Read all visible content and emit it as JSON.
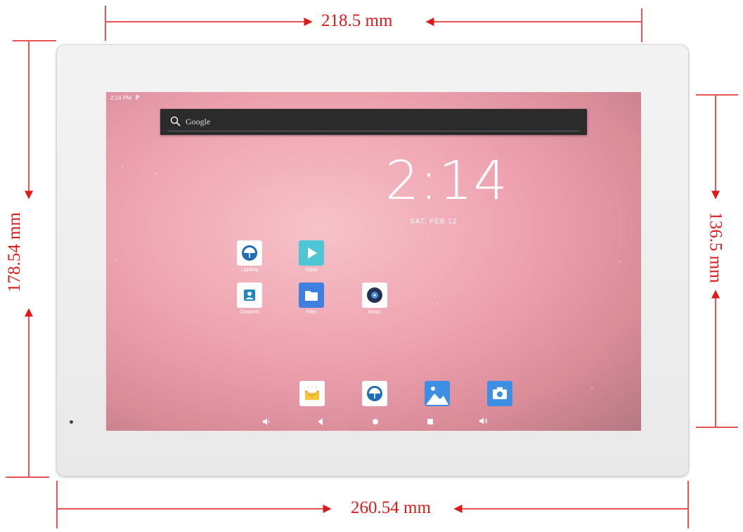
{
  "dimensions": {
    "top_width": "218.5 mm",
    "bottom_width": "260.54 mm",
    "left_height": "178.54 mm",
    "right_height": "136.5 mm"
  },
  "status_bar": {
    "time": "2:14 PM",
    "indicator": "P"
  },
  "search": {
    "label": "Google",
    "icon": "search-icon"
  },
  "lockclock": {
    "time": "2:14",
    "date": "SAT, FEB 12"
  },
  "apps": [
    {
      "label": "Lighting",
      "icon": "umbrella-icon",
      "color": "#ffffff"
    },
    {
      "label": "Video",
      "icon": "play-icon",
      "color": "#4fc6d6"
    },
    {
      "label": "Contacts",
      "icon": "contacts-icon",
      "color": "#ffffff"
    },
    {
      "label": "Files",
      "icon": "folder-icon",
      "color": "#3f7fe0"
    },
    {
      "label": "Music",
      "icon": "music-disc-icon",
      "color": "#ffffff"
    }
  ],
  "dock": [
    {
      "icon": "email-icon"
    },
    {
      "icon": "umbrella-icon"
    },
    {
      "icon": "gallery-icon"
    },
    {
      "icon": "camera-icon"
    }
  ],
  "navbar": [
    "volume-down-icon",
    "back-icon",
    "home-icon",
    "recents-icon",
    "volume-up-icon"
  ],
  "colors": {
    "dimension_red": "#e01a1a",
    "bezel": "#eeeeee"
  }
}
